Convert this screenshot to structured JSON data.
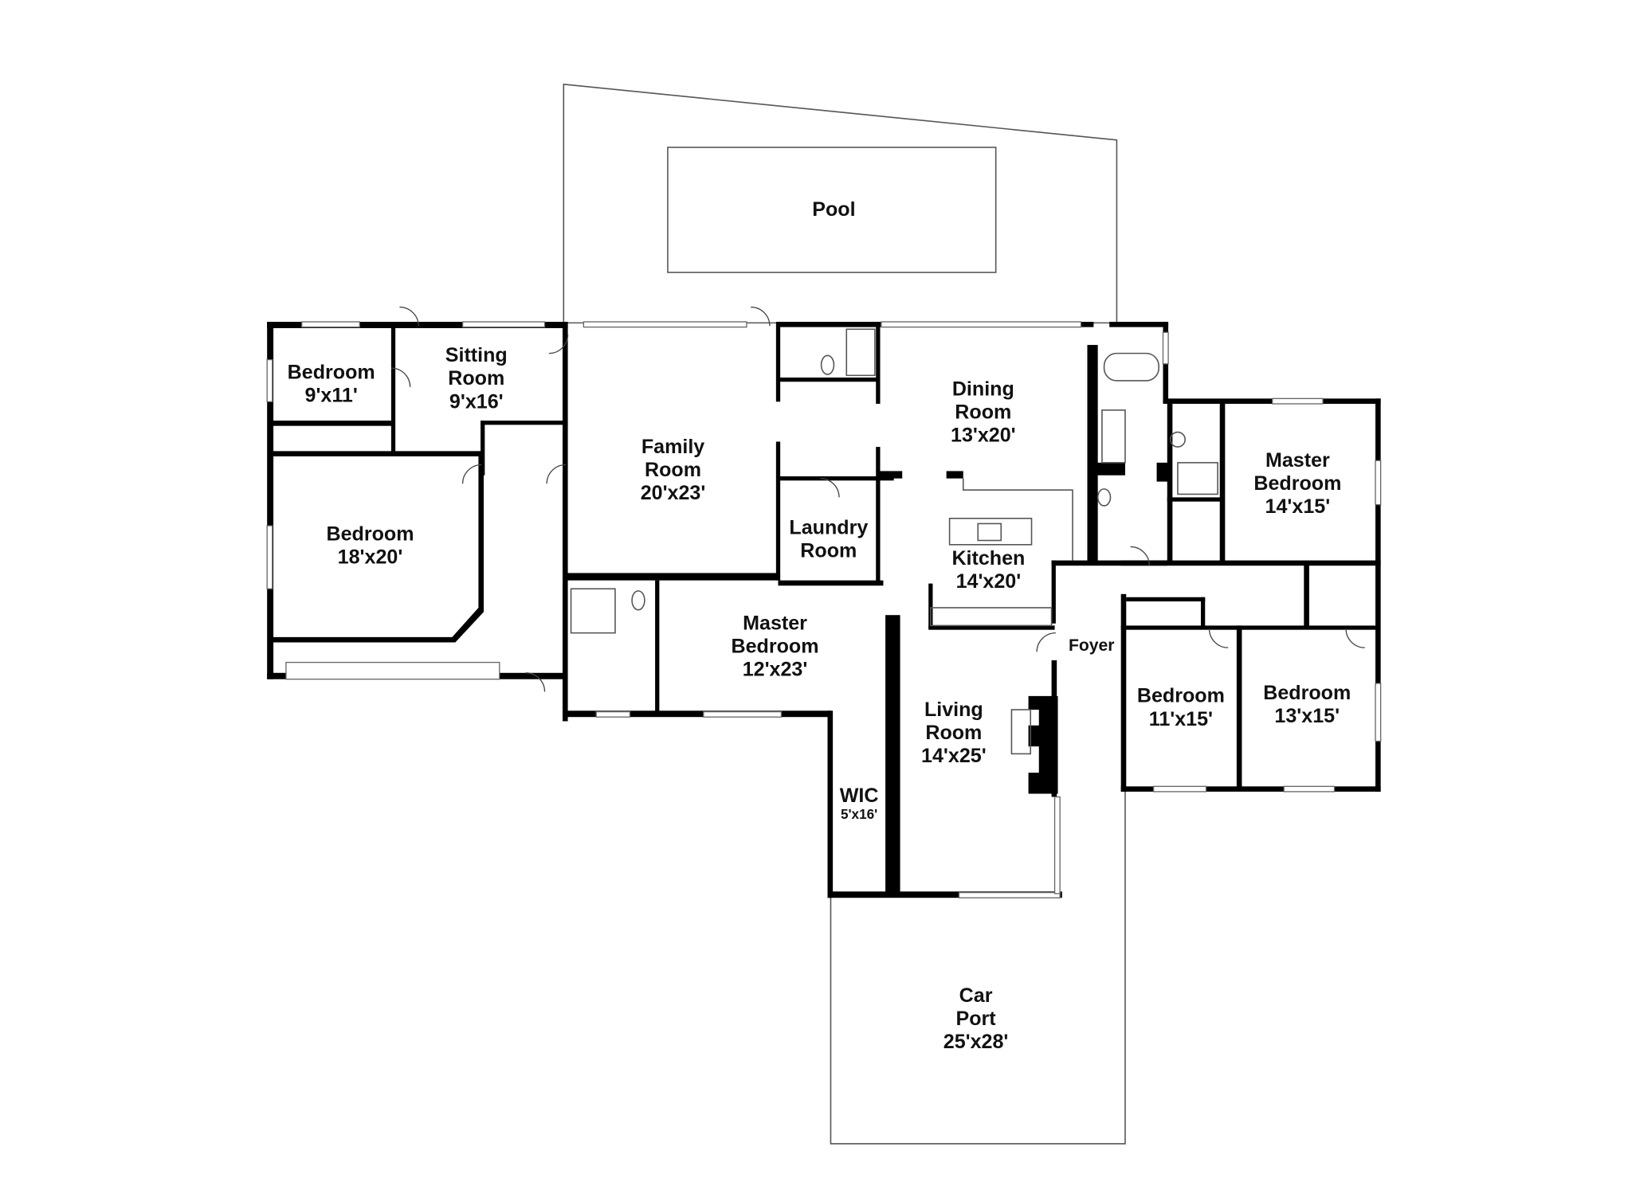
{
  "plan": {
    "rooms": [
      {
        "id": "pool",
        "lines": [
          "Pool"
        ]
      },
      {
        "id": "bedroom-9x11",
        "lines": [
          "Bedroom",
          "9'x11'"
        ]
      },
      {
        "id": "sitting-room",
        "lines": [
          "Sitting",
          "Room",
          "9'x16'"
        ]
      },
      {
        "id": "family-room",
        "lines": [
          "Family",
          "Room",
          "20'x23'"
        ]
      },
      {
        "id": "dining-room",
        "lines": [
          "Dining",
          "Room",
          "13'x20'"
        ]
      },
      {
        "id": "laundry-room",
        "lines": [
          "Laundry",
          "Room"
        ]
      },
      {
        "id": "kitchen",
        "lines": [
          "Kitchen",
          "14'x20'"
        ]
      },
      {
        "id": "master-bedroom-east",
        "lines": [
          "Master",
          "Bedroom",
          "14'x15'"
        ]
      },
      {
        "id": "bedroom-18x20",
        "lines": [
          "Bedroom",
          "18'x20'"
        ]
      },
      {
        "id": "master-bedroom-west",
        "lines": [
          "Master",
          "Bedroom",
          "12'x23'"
        ]
      },
      {
        "id": "foyer",
        "lines": [
          "Foyer"
        ]
      },
      {
        "id": "living-room",
        "lines": [
          "Living",
          "Room",
          "14'x25'"
        ]
      },
      {
        "id": "wic",
        "lines": [
          "WIC",
          "5'x16'"
        ]
      },
      {
        "id": "bedroom-11x15",
        "lines": [
          "Bedroom",
          "11'x15'"
        ]
      },
      {
        "id": "bedroom-13x15",
        "lines": [
          "Bedroom",
          "13'x15'"
        ]
      },
      {
        "id": "car-port",
        "lines": [
          "Car",
          "Port",
          "25'x28'"
        ]
      }
    ]
  }
}
